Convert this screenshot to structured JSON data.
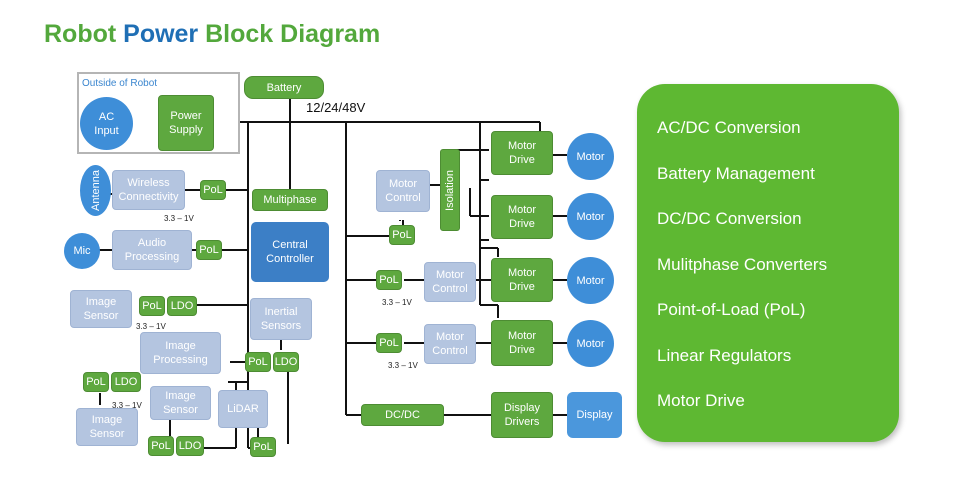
{
  "title": {
    "part1": "Robot ",
    "part2": "Power",
    "part3": " Block Diagram"
  },
  "outside_label": "Outside of Robot",
  "bus_label": "12/24/48V",
  "nodes": {
    "ac_input": "AC\nInput",
    "power_supply": "Power\nSupply",
    "battery": "Battery",
    "antenna": "Antenna",
    "wireless": "Wireless\nConnectivity",
    "pol_wireless": "PoL",
    "mic": "Mic",
    "audio": "Audio\nProcessing",
    "pol_audio": "PoL",
    "multiphase": "Multiphase",
    "central": "Central\nController",
    "image_sensor_1": "Image\nSensor",
    "pol_img1": "PoL",
    "ldo_img1": "LDO",
    "inertial": "Inertial\nSensors",
    "image_processing": "Image\nProcessing",
    "pol_inertial": "PoL",
    "ldo_inertial": "LDO",
    "pol_proc": "PoL",
    "ldo_proc": "LDO",
    "image_sensor_2": "Image\nSensor",
    "image_sensor_3": "Image\nSensor",
    "lidar": "LiDAR",
    "pol_img2": "PoL",
    "ldo_img2": "LDO",
    "pol_lidar": "PoL",
    "motor_control_1": "Motor\nControl",
    "pol_mc1": "PoL",
    "isolation": "Isolation",
    "motor_drive_1": "Motor\nDrive",
    "motor_drive_2": "Motor\nDrive",
    "motor_1": "Motor",
    "motor_2": "Motor",
    "pol_mc2": "PoL",
    "motor_control_2": "Motor\nControl",
    "motor_drive_3": "Motor\nDrive",
    "motor_3": "Motor",
    "pol_mc3": "PoL",
    "motor_control_3": "Motor\nControl",
    "motor_drive_4": "Motor\nDrive",
    "motor_4": "Motor",
    "dcdc": "DC/DC",
    "display_drivers": "Display\nDrivers",
    "display": "Display"
  },
  "voltage_labels": {
    "v1": "3.3 – 1V",
    "v2": "3.3 – 1V",
    "v3": "3.3 – 1V",
    "v4": "3.3 – 1V",
    "v5": "3.3 – 1V"
  },
  "panel_items": [
    "AC/DC Conversion",
    "Battery Management",
    "DC/DC Conversion",
    "Mulitphase Converters",
    "Point-of-Load (PoL)",
    "Linear Regulators",
    "Motor Drive"
  ],
  "colors": {
    "title_green": "#53a83c",
    "title_blue": "#1f6fb5",
    "block_green": "#5ea83f",
    "light_blue": "#b4c5e0",
    "circle_blue": "#3e8ed8",
    "panel_green": "#5eb832"
  }
}
